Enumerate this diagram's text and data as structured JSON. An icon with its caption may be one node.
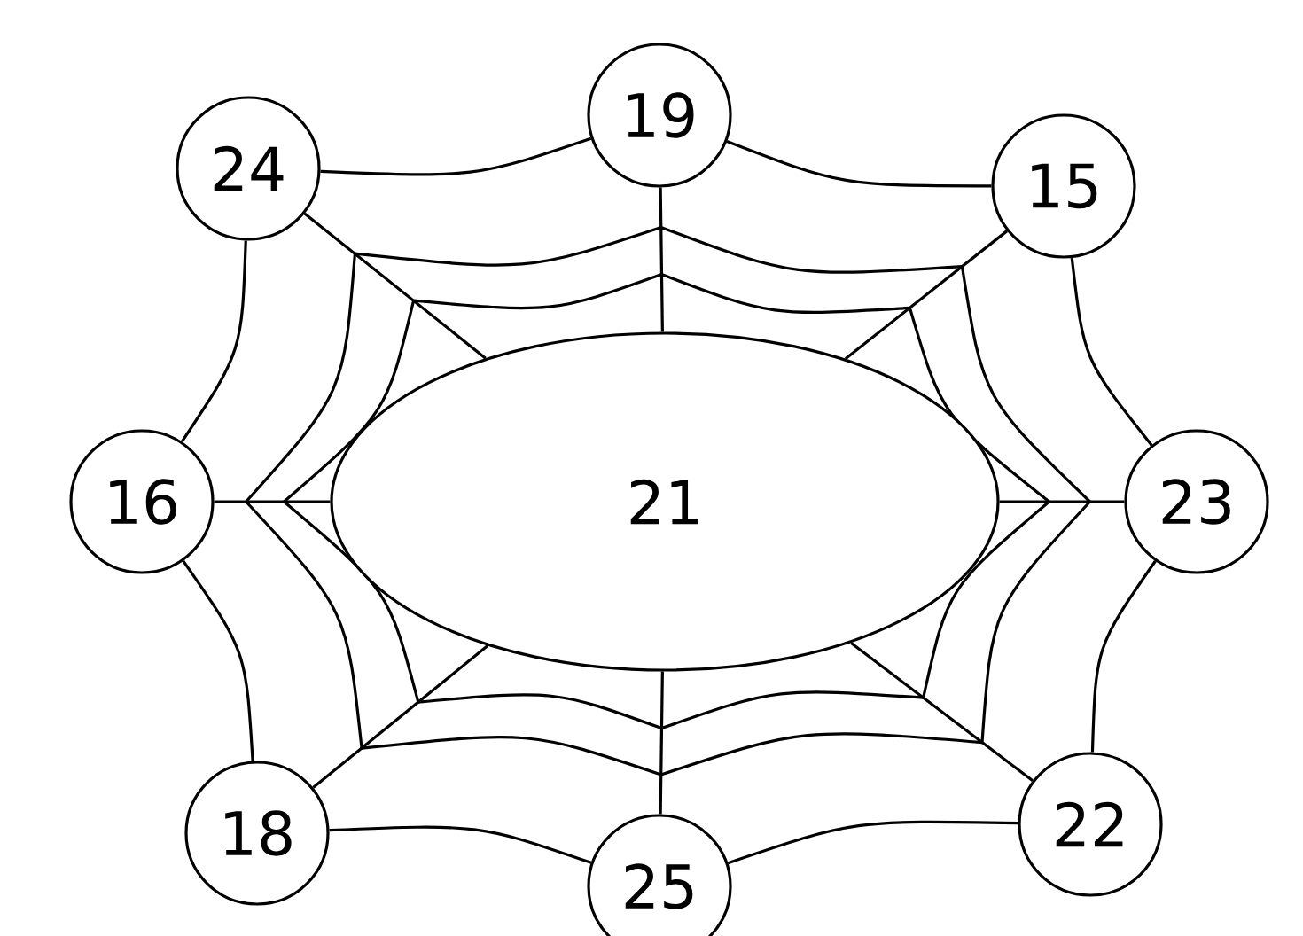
{
  "diagram": {
    "nodes": [
      {
        "text": [
          "21"
        ]
      },
      {
        "text": [
          "19"
        ]
      },
      {
        "text": [
          "24"
        ]
      },
      {
        "text": [
          "15"
        ]
      },
      {
        "text": [
          "16"
        ]
      },
      {
        "text": [
          "23"
        ]
      },
      {
        "text": [
          "22"
        ]
      },
      {
        "text": [
          "18"
        ]
      },
      {
        "text": [
          "25"
        ]
      }
    ],
    "edges": [
      {
        "from": 0,
        "to": 1,
        "arrow": "none"
      },
      {
        "from": 0,
        "to": 3,
        "arrow": "none"
      },
      {
        "from": 0,
        "to": 5,
        "arrow": "none"
      },
      {
        "from": 0,
        "to": 6,
        "arrow": "none"
      },
      {
        "from": 0,
        "to": 8,
        "arrow": "none"
      },
      {
        "from": 0,
        "to": 7,
        "arrow": "none"
      },
      {
        "from": 0,
        "to": 4,
        "arrow": "none"
      },
      {
        "from": 0,
        "to": 2,
        "arrow": "none"
      },
      {
        "from": 1,
        "to": 3,
        "arrow": "none"
      },
      {
        "from": 3,
        "to": 5,
        "arrow": "none"
      },
      {
        "from": 5,
        "to": 6,
        "arrow": "none"
      },
      {
        "from": 6,
        "to": 8,
        "arrow": "none"
      },
      {
        "from": 8,
        "to": 7,
        "arrow": "none"
      },
      {
        "from": 7,
        "to": 4,
        "arrow": "none"
      },
      {
        "from": 4,
        "to": 2,
        "arrow": "none"
      },
      {
        "from": 2,
        "to": 1,
        "arrow": "none"
      }
    ]
  }
}
